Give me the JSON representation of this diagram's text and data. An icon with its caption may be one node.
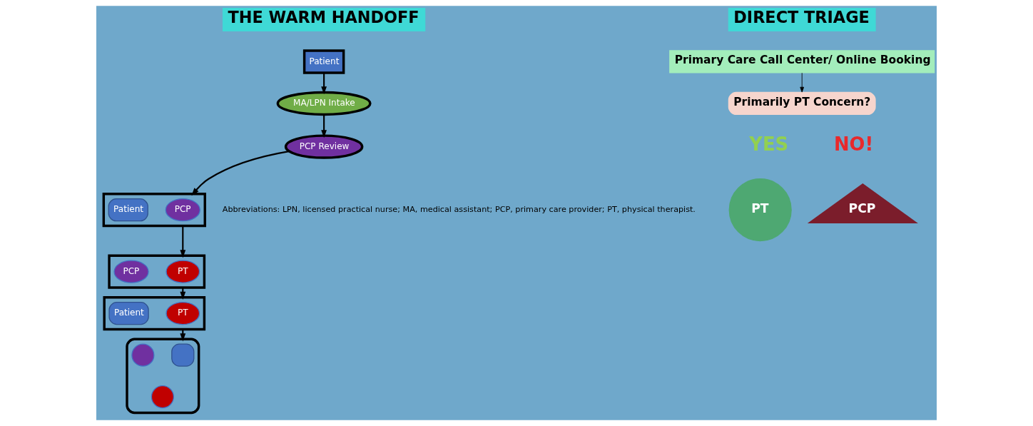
{
  "diagram": {
    "nodes": [
      {
        "text": [
          "THE WARM HANDOFF"
        ]
      },
      {
        "text": [
          "DIRECT TRIAGE"
        ]
      },
      {
        "text": [
          "Patient"
        ]
      },
      {
        "text": [
          "MA/LPN Intake"
        ]
      },
      {
        "text": [
          "PCP Review"
        ]
      },
      {
        "text": [],
        "shape": "box"
      },
      {
        "text": [
          "PT"
        ],
        "in": 5
      },
      {
        "text": [
          "Patient"
        ],
        "in": 5
      },
      {
        "text": [],
        "shape": "box"
      },
      {
        "text": [
          "PT"
        ],
        "in": 8
      },
      {
        "text": [
          "PCP"
        ],
        "in": 8
      },
      {
        "text": [],
        "shape": "box"
      },
      {
        "text": [
          "PCP"
        ],
        "in": 11
      },
      {
        "text": [
          "Patient"
        ],
        "in": 11
      },
      {
        "text": [],
        "shape": "triangle"
      },
      {
        "text": [],
        "shape": "box",
        "in": 14
      },
      {
        "text": [],
        "shape": "circle",
        "in": 14
      },
      {
        "text": [],
        "shape": "circle",
        "in": 14
      },
      {
        "text": [
          "Primary Care Call Center/ Online Booking"
        ]
      },
      {
        "text": [
          "Primarily PT Concern?"
        ]
      },
      {
        "text": [
          "PT"
        ]
      },
      {
        "text": [
          "PCP"
        ]
      }
    ],
    "edges": [
      {
        "from": 2,
        "to": 3,
        "arrow": "to"
      },
      {
        "from": 3,
        "to": 4,
        "arrow": "to"
      },
      {
        "from": 4,
        "to": 11,
        "arrow": "to"
      },
      {
        "from": 11,
        "to": 8,
        "arrow": "to"
      },
      {
        "from": 8,
        "to": 5,
        "arrow": "to"
      },
      {
        "from": 5,
        "to": 14,
        "arrow": "to"
      },
      {
        "from": 18,
        "to": 19,
        "arrow": "to"
      }
    ],
    "labels": [
      "YES",
      "NO!",
      "Abbreviations: LPN, licensed practical nurse; MA, medical assistant; PCP, primary care provider; PT, physical therapist."
    ]
  }
}
